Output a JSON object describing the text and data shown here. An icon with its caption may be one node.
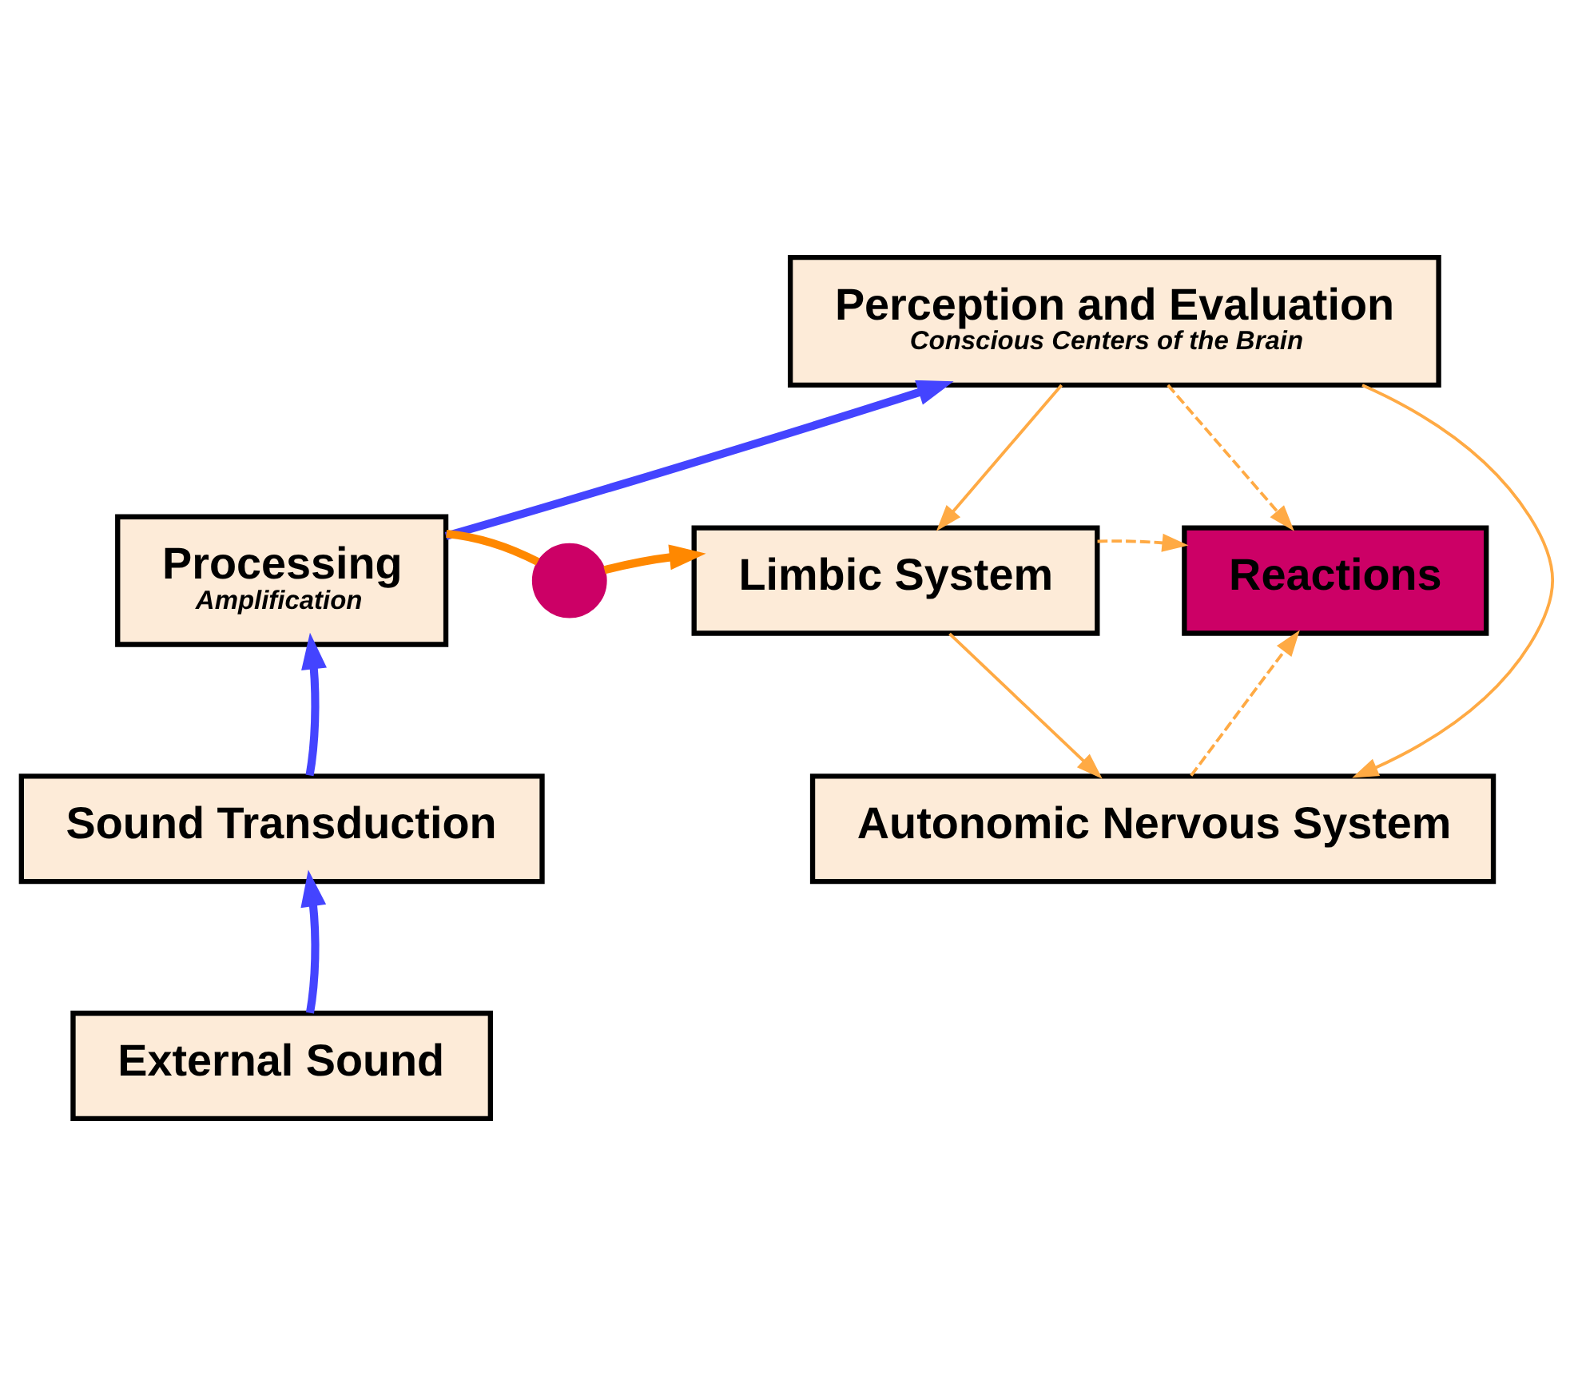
{
  "diagram": {
    "nodes": [
      {
        "text": [
          "Perception and Evaluation",
          "Conscious Centers of the Brain"
        ]
      },
      {
        "text": [
          "Processing",
          "Amplification"
        ]
      },
      {
        "text": [],
        "shape": "circle"
      },
      {
        "text": [
          "Limbic System"
        ]
      },
      {
        "text": [
          "Reactions"
        ]
      },
      {
        "text": [
          "Sound Transduction"
        ]
      },
      {
        "text": [
          "Autonomic Nervous System"
        ]
      },
      {
        "text": [
          "External Sound"
        ]
      }
    ],
    "edges": [
      {
        "from": 1,
        "to": 0,
        "arrow": "to",
        "color": "#4444ff",
        "style": "thick"
      },
      {
        "from": 5,
        "to": 1,
        "arrow": "to",
        "color": "#4444ff",
        "style": "thick"
      },
      {
        "from": 7,
        "to": 5,
        "arrow": "to",
        "color": "#4444ff",
        "style": "thick"
      },
      {
        "from": 1,
        "to": 2,
        "arrow": "none",
        "color": "#ff8800",
        "style": "thick"
      },
      {
        "from": 2,
        "to": 3,
        "arrow": "to",
        "color": "#ff8800",
        "style": "thick"
      },
      {
        "from": 0,
        "to": 3,
        "arrow": "to"
      },
      {
        "from": 0,
        "to": 4,
        "arrow": "to",
        "style": "dashed"
      },
      {
        "from": 0,
        "to": 6,
        "arrow": "to"
      },
      {
        "from": 3,
        "to": 4,
        "arrow": "to",
        "style": "dashed"
      },
      {
        "from": 3,
        "to": 6,
        "arrow": "to"
      },
      {
        "from": 6,
        "to": 4,
        "arrow": "to",
        "style": "dashed"
      }
    ]
  }
}
